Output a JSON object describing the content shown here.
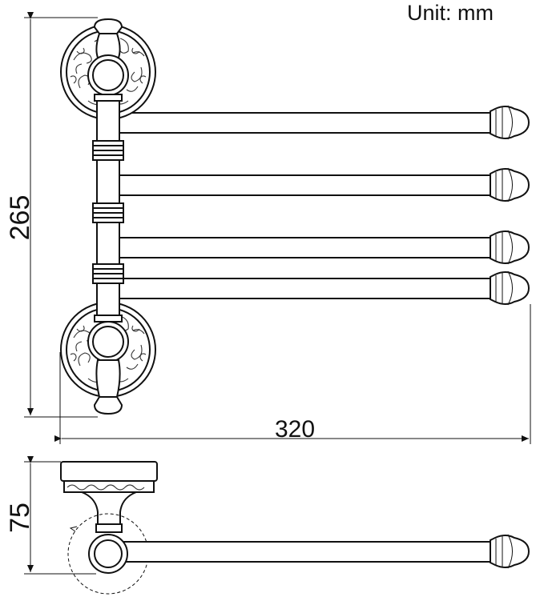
{
  "unit_label": "Unit: mm",
  "dimensions": {
    "height": "265",
    "width": "320",
    "depth": "75"
  }
}
